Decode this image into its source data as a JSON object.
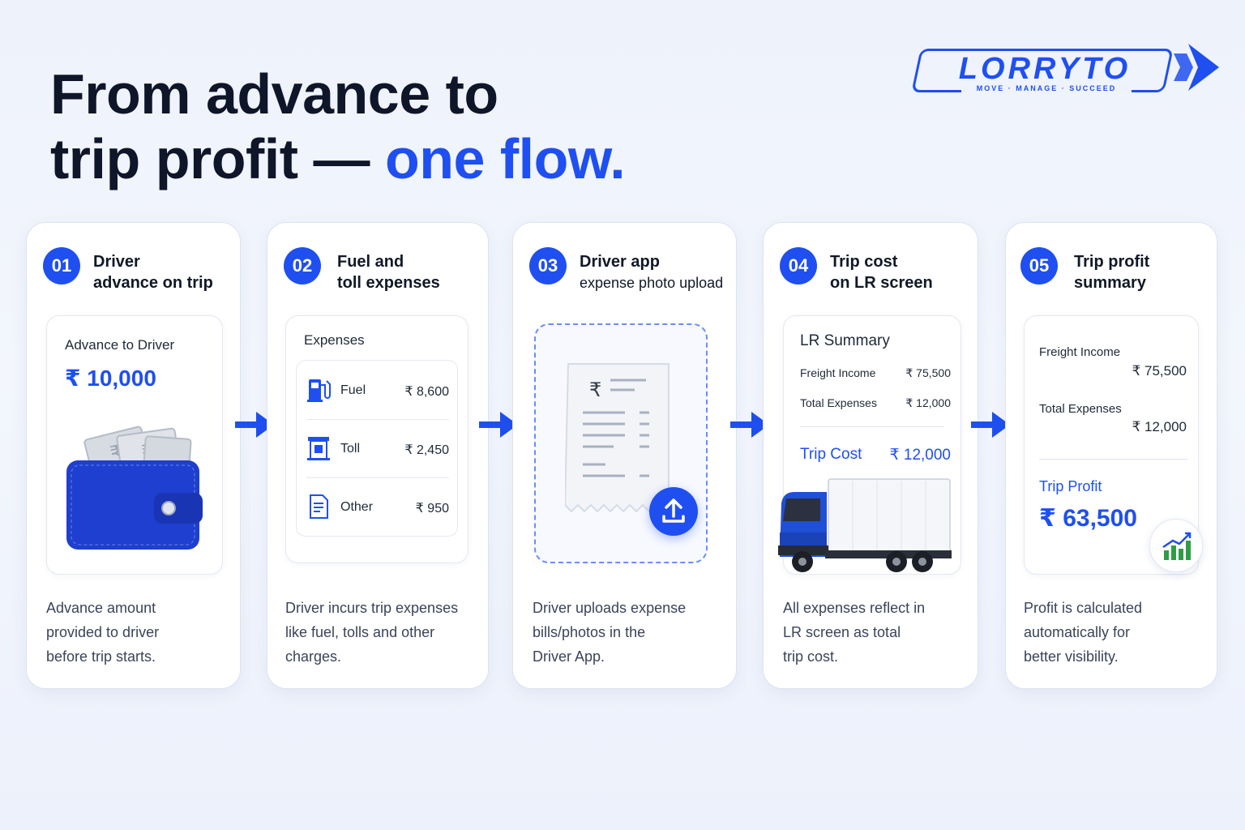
{
  "headline": {
    "line1": "From advance to",
    "line2_plain": "trip profit — ",
    "line2_accent": "one flow."
  },
  "logo": {
    "wordmark": "LORRYTO",
    "tagline": "MOVE · MANAGE · SUCCEED"
  },
  "colors": {
    "accent": "#1f4ff0",
    "text_dark": "#0f1629",
    "chart_green": "#2e9e46"
  },
  "steps": [
    {
      "number": "01",
      "title_line1": "Driver",
      "title_line2": "advance on trip",
      "panel": {
        "label": "Advance to Driver",
        "amount": "₹ 10,000",
        "illustration_icon": "wallet-with-cash-icon"
      },
      "description": [
        "Advance amount",
        "provided to driver",
        "before trip starts."
      ]
    },
    {
      "number": "02",
      "title_line1": "Fuel and",
      "title_line2": "toll expenses",
      "panel": {
        "title": "Expenses",
        "items": [
          {
            "icon": "fuel-pump-icon",
            "name": "Fuel",
            "value": "₹ 8,600"
          },
          {
            "icon": "toll-booth-icon",
            "name": "Toll",
            "value": "₹ 2,450"
          },
          {
            "icon": "document-icon",
            "name": "Other",
            "value": "₹ 950"
          }
        ]
      },
      "description": [
        "Driver incurs trip expenses",
        "like fuel, tolls and other",
        "charges."
      ]
    },
    {
      "number": "03",
      "title_line1": "Driver app",
      "title_line2": "expense photo upload",
      "panel": {
        "receipt_icon": "receipt-icon",
        "upload_icon": "upload-icon"
      },
      "description": [
        "Driver uploads expense",
        "bills/photos in the",
        "Driver App."
      ]
    },
    {
      "number": "04",
      "title_line1": "Trip cost",
      "title_line2": "on LR screen",
      "panel": {
        "title": "LR Summary",
        "rows": [
          {
            "label": "Freight Income",
            "value": "₹ 75,500"
          },
          {
            "label": "Total Expenses",
            "value": "₹ 12,000"
          }
        ],
        "cost_label": "Trip Cost",
        "cost_value": "₹ 12,000",
        "illustration_icon": "truck-icon"
      },
      "description": [
        "All expenses reflect in",
        "LR screen as total",
        "trip cost."
      ]
    },
    {
      "number": "05",
      "title_line1": "Trip profit",
      "title_line2": "summary",
      "panel": {
        "rows": [
          {
            "label": "Freight Income",
            "value": "₹ 75,500"
          },
          {
            "label": "Total Expenses",
            "value": "₹ 12,000"
          }
        ],
        "profit_label": "Trip Profit",
        "profit_value": "₹ 63,500",
        "chart_icon": "growth-chart-icon"
      },
      "description": [
        "Profit is calculated",
        "automatically for",
        "better visibility."
      ]
    }
  ]
}
